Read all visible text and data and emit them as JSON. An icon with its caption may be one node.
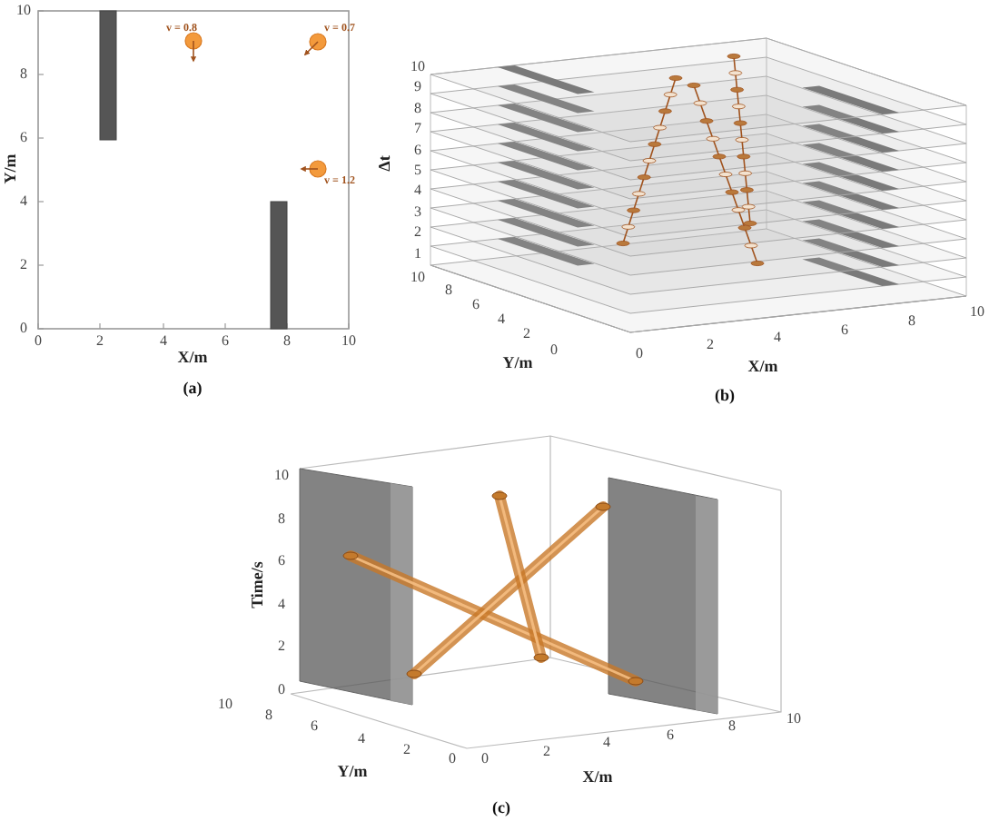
{
  "diagram": {
    "labels": [
      "10",
      "8",
      "6",
      "4",
      "2",
      "0",
      "Y/m",
      "v = 0.8",
      "v = 0.7",
      "v = 1.2",
      "0",
      "2",
      "4",
      "6",
      "8",
      "10",
      "X/m",
      "(a)",
      "10",
      "9",
      "8",
      "7",
      "6",
      "5",
      "4",
      "3",
      "2",
      "1",
      "Δt",
      "10",
      "8",
      "6",
      "4",
      "2",
      "0",
      "Y/m",
      "0",
      "2",
      "4",
      "6",
      "8",
      "10",
      "X/m",
      "(b)",
      "10",
      "8",
      "6",
      "4",
      "2",
      "0",
      "Time/s",
      "10",
      "8",
      "6",
      "4",
      "2",
      "0",
      "Y/m",
      "0",
      "2",
      "4",
      "6",
      "8",
      "10",
      "X/m",
      "(c)"
    ]
  }
}
